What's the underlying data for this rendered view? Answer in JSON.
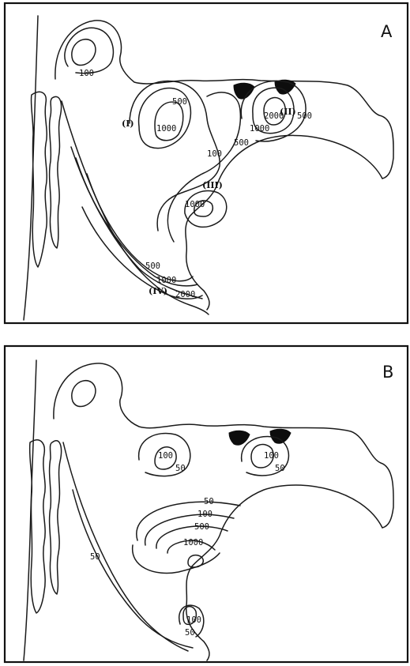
{
  "panels": [
    {
      "letter": "A",
      "regions": [
        "(I)",
        "(II)",
        "(III)",
        "(IV)"
      ],
      "contours": [
        "100",
        "500",
        "1000",
        "100",
        "500",
        "1000",
        "2000",
        "500",
        "1000",
        "500",
        "1000",
        "2000"
      ]
    },
    {
      "letter": "B",
      "contours": [
        "100",
        "50",
        "100",
        "50",
        "50",
        "100",
        "500",
        "1000",
        "50",
        "100",
        "50"
      ]
    }
  ]
}
